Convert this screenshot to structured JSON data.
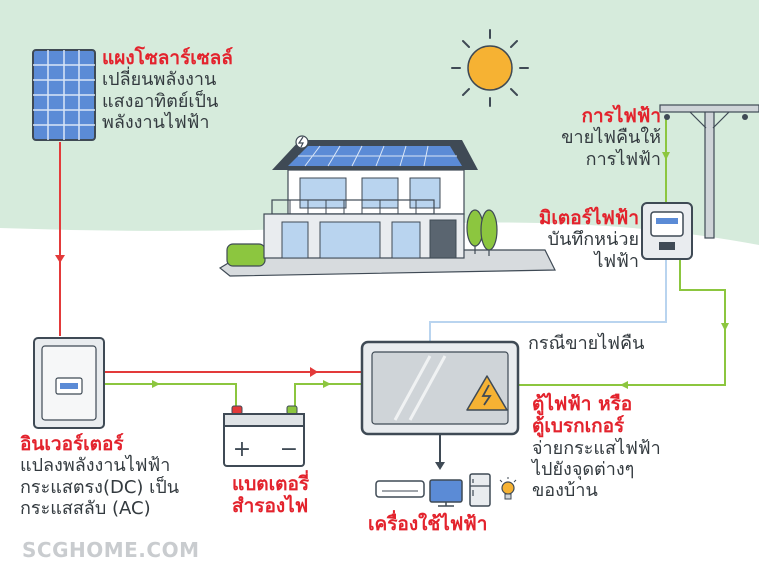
{
  "labels": {
    "solar": {
      "title": "แผงโซลาร์เซลล์",
      "desc": [
        "เปลี่ยนพลังงาน",
        "แสงอาทิตย์เป็น",
        "พลังงานไฟฟ้า"
      ]
    },
    "utility": {
      "title": "การไฟฟ้า",
      "desc": [
        "ขายไฟคืนให้",
        "การไฟฟ้า"
      ]
    },
    "meter": {
      "title": "มิเตอร์ไฟฟ้า",
      "desc": [
        "บันทึกหน่วย",
        "ไฟฟ้า"
      ]
    },
    "sellback": "กรณีขายไฟคืน",
    "breaker": {
      "title": [
        "ตู้ไฟฟ้า หรือ",
        "ตู้เบรกเกอร์"
      ],
      "desc": [
        "จ่ายกระแสไฟฟ้า",
        "ไปยังจุดต่างๆ",
        "ของบ้าน"
      ]
    },
    "inverter": {
      "title": "อินเวอร์เตอร์",
      "desc": [
        "แปลงพลังงานไฟฟ้า",
        "กระแสตรง(DC) เป็น",
        "กระแสสลับ (AC)"
      ]
    },
    "battery": {
      "title": [
        "แบตเตอรี่",
        "สำรองไฟ"
      ],
      "plus": "+",
      "minus": "−"
    },
    "appliances": {
      "title": "เครื่องใช้ไฟฟ้า"
    }
  },
  "watermark": "SCGHOME.COM",
  "colors": {
    "sky": "#d6ebdc",
    "title_red": "#e3232d",
    "wire_red": "#e33a3a",
    "wire_green": "#8cc63f",
    "wire_blue": "#b9d4ef",
    "outline": "#3f4a55",
    "sun": "#f6b233",
    "panel_blue": "#5b8bd6"
  },
  "icons": [
    "solar-panel-icon",
    "sun-icon",
    "house-icon",
    "utility-pole-icon",
    "electric-meter-icon",
    "inverter-icon",
    "battery-icon",
    "breaker-box-icon",
    "lightning-warning-icon",
    "air-conditioner-icon",
    "monitor-icon",
    "refrigerator-icon",
    "light-bulb-icon"
  ]
}
